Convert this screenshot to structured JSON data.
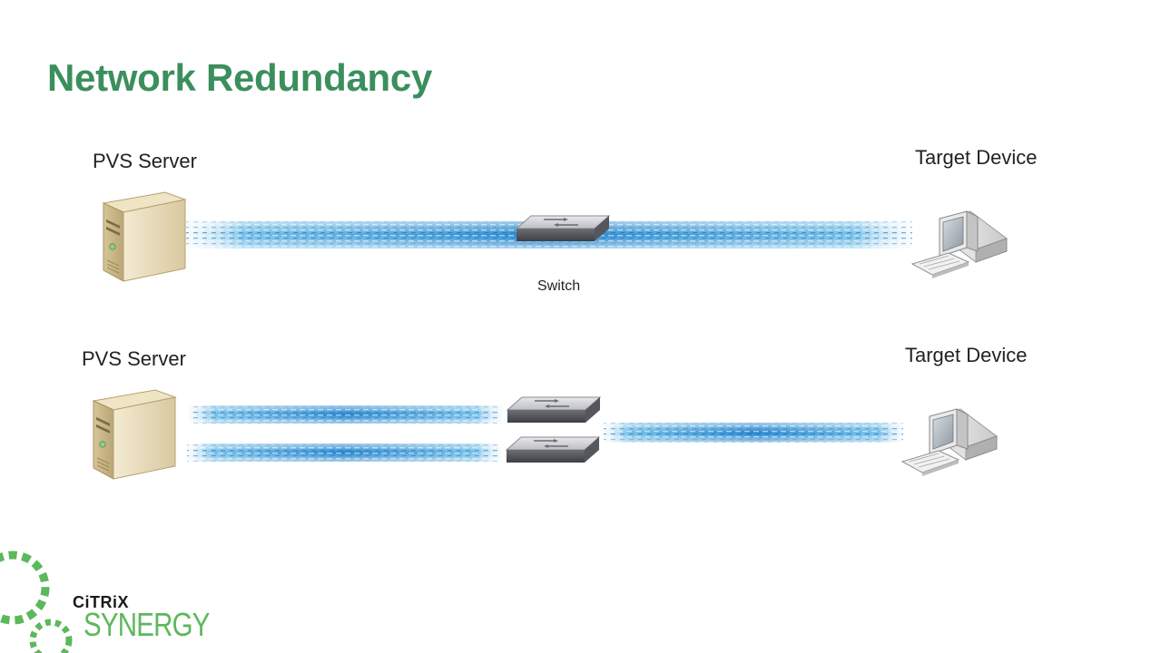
{
  "slide": {
    "title": "Network Redundancy"
  },
  "top_diagram": {
    "server_label": "PVS Server",
    "target_label": "Target Device",
    "switch_label": "Switch"
  },
  "bottom_diagram": {
    "server_label": "PVS Server",
    "target_label": "Target Device"
  },
  "logo": {
    "brand": "CiTRiX",
    "product": "SYNERGY"
  },
  "colors": {
    "title": "#3b8f5c",
    "link": "#1e88d6",
    "logo_green": "#5cb85c"
  },
  "icons": [
    "server-icon",
    "desktop-computer-icon",
    "network-switch-icon",
    "citrix-synergy-logo"
  ]
}
